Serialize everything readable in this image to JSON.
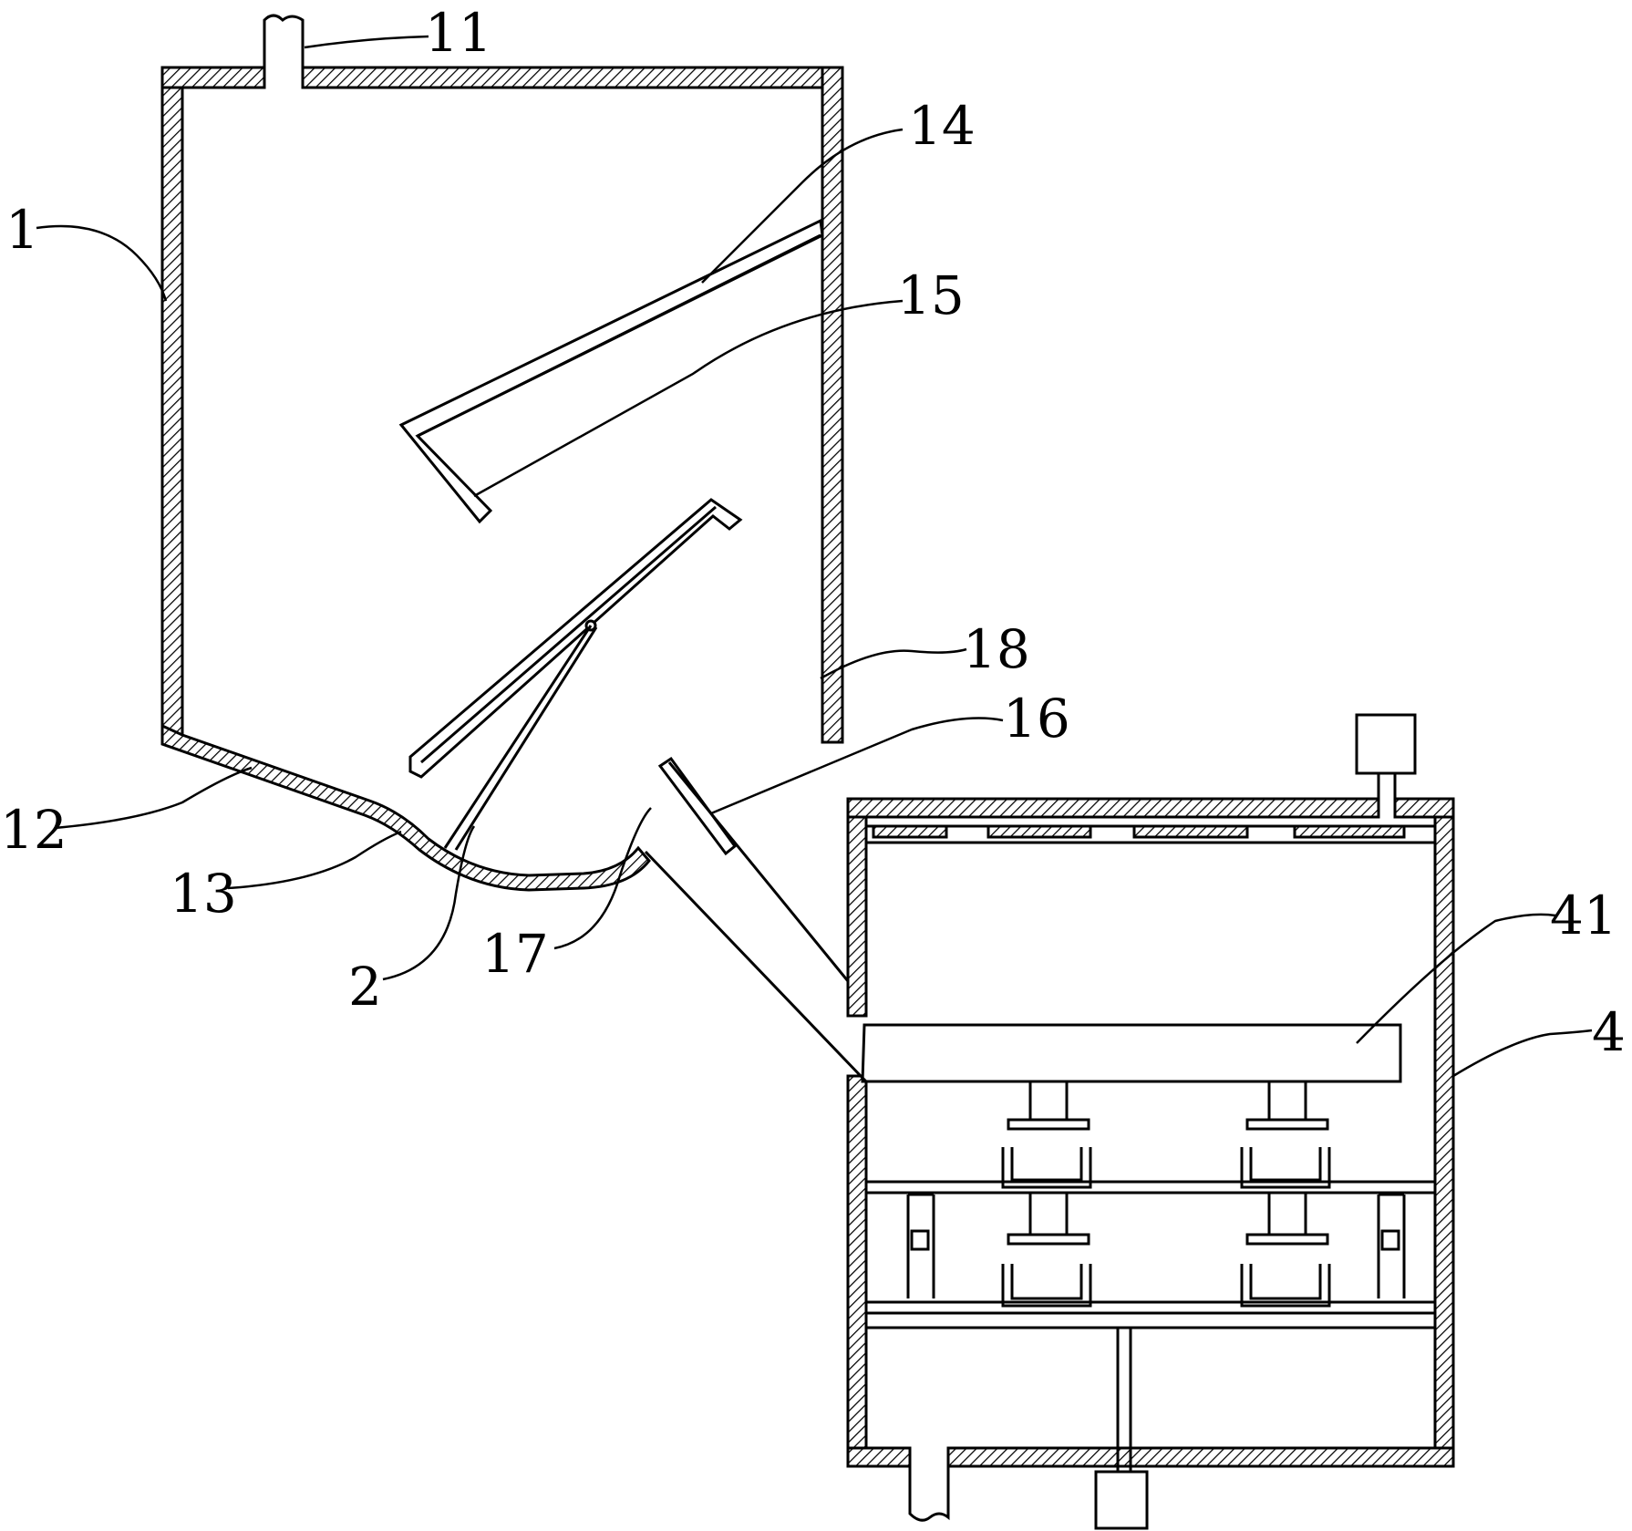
{
  "figure": {
    "labels": [
      {
        "id": "lbl-1",
        "text": "1"
      },
      {
        "id": "lbl-11",
        "text": "11"
      },
      {
        "id": "lbl-12",
        "text": "12"
      },
      {
        "id": "lbl-13",
        "text": "13"
      },
      {
        "id": "lbl-14",
        "text": "14"
      },
      {
        "id": "lbl-15",
        "text": "15"
      },
      {
        "id": "lbl-16",
        "text": "16"
      },
      {
        "id": "lbl-17",
        "text": "17"
      },
      {
        "id": "lbl-18",
        "text": "18"
      },
      {
        "id": "lbl-2",
        "text": "2"
      },
      {
        "id": "lbl-41",
        "text": "41"
      },
      {
        "id": "lbl-4",
        "text": "4"
      }
    ]
  }
}
